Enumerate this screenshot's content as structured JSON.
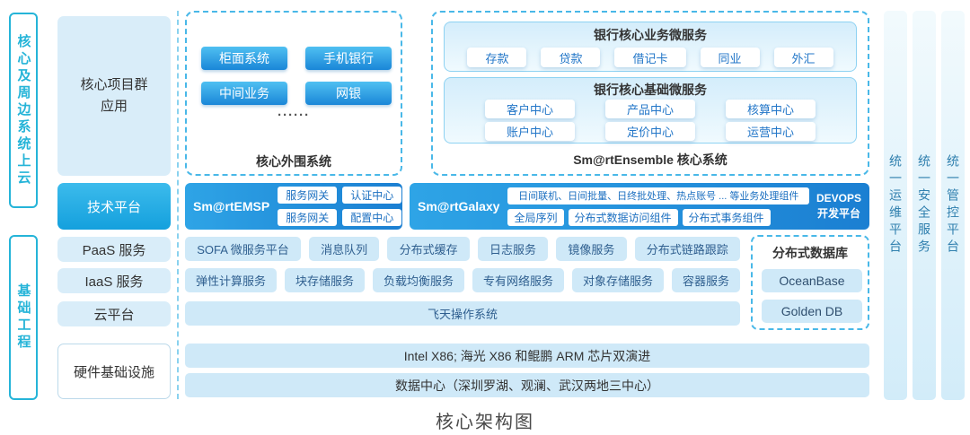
{
  "page_title": "核心架构图",
  "colors": {
    "cyan_accent": "#25b4d8",
    "blue_panel": "#1b7fd2",
    "button_blue": "#1a86d8",
    "light_pill": "#cfe9f8",
    "light_box": "#d9edf9",
    "dashed_border": "#49b8e8"
  },
  "left_rails": {
    "top": "核心及周边系统上云",
    "bottom": "基础工程"
  },
  "layers": {
    "apps": "核心项目群\n应用",
    "tech": "技术平台",
    "paas": "PaaS 服务",
    "iaas": "IaaS 服务",
    "cloud": "云平台",
    "hardware": "硬件基础设施"
  },
  "peripheral": {
    "label": "核心外围系统",
    "buttons": [
      "柜面系统",
      "手机银行",
      "中间业务",
      "网银"
    ],
    "ellipsis": "······"
  },
  "ensemble": {
    "label": "Sm@rtEnsemble 核心系统",
    "business": {
      "title": "银行核心业务微服务",
      "items": [
        "存款",
        "贷款",
        "借记卡",
        "同业",
        "外汇"
      ]
    },
    "base": {
      "title": "银行核心基础微服务",
      "row1": [
        "客户中心",
        "产品中心",
        "核算中心"
      ],
      "row2": [
        "账户中心",
        "定价中心",
        "运营中心"
      ]
    }
  },
  "emsp": {
    "name": "Sm@rtEMSP",
    "items": [
      "服务网关",
      "认证中心",
      "服务网关",
      "配置中心"
    ]
  },
  "galaxy": {
    "name": "Sm@rtGalaxy",
    "wide_item": "日间联机、日间批量、日终批处理、热点账号 ... 等业务处理组件",
    "items": [
      "全局序列",
      "分布式数据访问组件",
      "分布式事务组件"
    ],
    "devops_line1": "DEVOPS",
    "devops_line2": "开发平台"
  },
  "paas_row": [
    "SOFA 微服务平台",
    "消息队列",
    "分布式缓存",
    "日志服务",
    "镜像服务",
    "分布式链路跟踪"
  ],
  "iaas_row": [
    "弹性计算服务",
    "块存储服务",
    "负载均衡服务",
    "专有网络服务",
    "对象存储服务",
    "容器服务"
  ],
  "cloud_row": "飞天操作系统",
  "database": {
    "title": "分布式数据库",
    "items": [
      "OceanBase",
      "Golden DB"
    ]
  },
  "hardware_rows": {
    "chips": "Intel X86; 海光 X86 和鲲鹏 ARM 芯片双演进",
    "datacenter": "数据中心（深圳罗湖、观澜、武汉两地三中心）"
  },
  "right_rails": [
    "统一运维平台",
    "统一安全服务",
    "统一管控平台"
  ]
}
